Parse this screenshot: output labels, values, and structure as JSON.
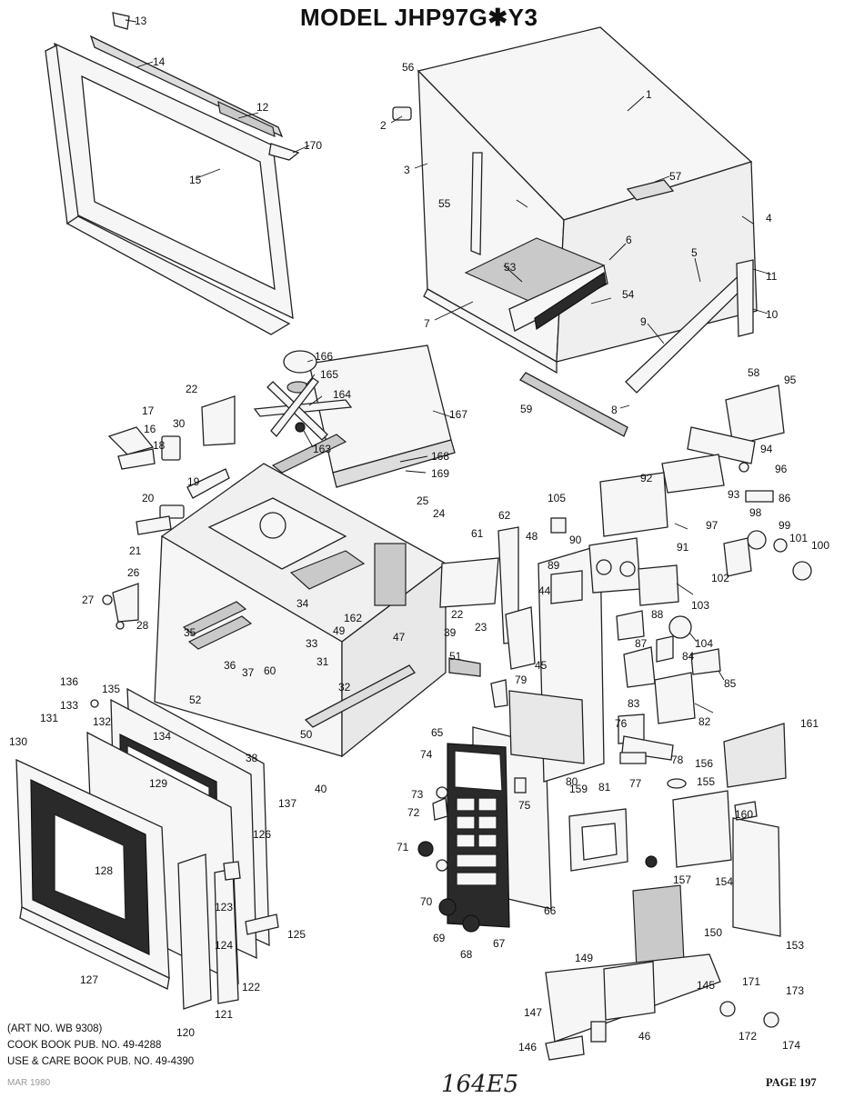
{
  "title": "MODEL  JHP97G✱Y3",
  "footer": {
    "art_no": "(ART NO. WB 9308)",
    "cook_book": "COOK BOOK PUB. NO. 49-4288",
    "use_care": "USE & CARE BOOK PUB. NO. 49-4390",
    "date_stamp": "MAR 1980",
    "handwritten": "164E5",
    "page": "PAGE 197"
  },
  "callouts": [
    "1",
    "2",
    "3",
    "4",
    "5",
    "6",
    "7",
    "8",
    "9",
    "10",
    "11",
    "12",
    "13",
    "14",
    "15",
    "16",
    "17",
    "18",
    "19",
    "20",
    "21",
    "22",
    "22",
    "23",
    "24",
    "25",
    "26",
    "27",
    "28",
    "30",
    "31",
    "32",
    "33",
    "34",
    "35",
    "36",
    "37",
    "38",
    "39",
    "40",
    "44",
    "45",
    "46",
    "47",
    "48",
    "49",
    "50",
    "51",
    "52",
    "53",
    "54",
    "55",
    "56",
    "57",
    "58",
    "59",
    "60",
    "61",
    "62",
    "65",
    "66",
    "67",
    "68",
    "69",
    "70",
    "71",
    "72",
    "73",
    "74",
    "75",
    "76",
    "77",
    "78",
    "79",
    "80",
    "81",
    "82",
    "83",
    "84",
    "85",
    "86",
    "87",
    "88",
    "89",
    "90",
    "91",
    "92",
    "93",
    "94",
    "95",
    "96",
    "97",
    "98",
    "99",
    "100",
    "101",
    "102",
    "103",
    "104",
    "105",
    "120",
    "121",
    "122",
    "123",
    "124",
    "125",
    "126",
    "127",
    "128",
    "129",
    "130",
    "131",
    "132",
    "133",
    "134",
    "135",
    "136",
    "137",
    "145",
    "146",
    "147",
    "149",
    "150",
    "153",
    "154",
    "155",
    "156",
    "157",
    "159",
    "160",
    "161",
    "162",
    "163",
    "164",
    "165",
    "166",
    "167",
    "168",
    "169",
    "170",
    "171",
    "172",
    "173",
    "174"
  ]
}
